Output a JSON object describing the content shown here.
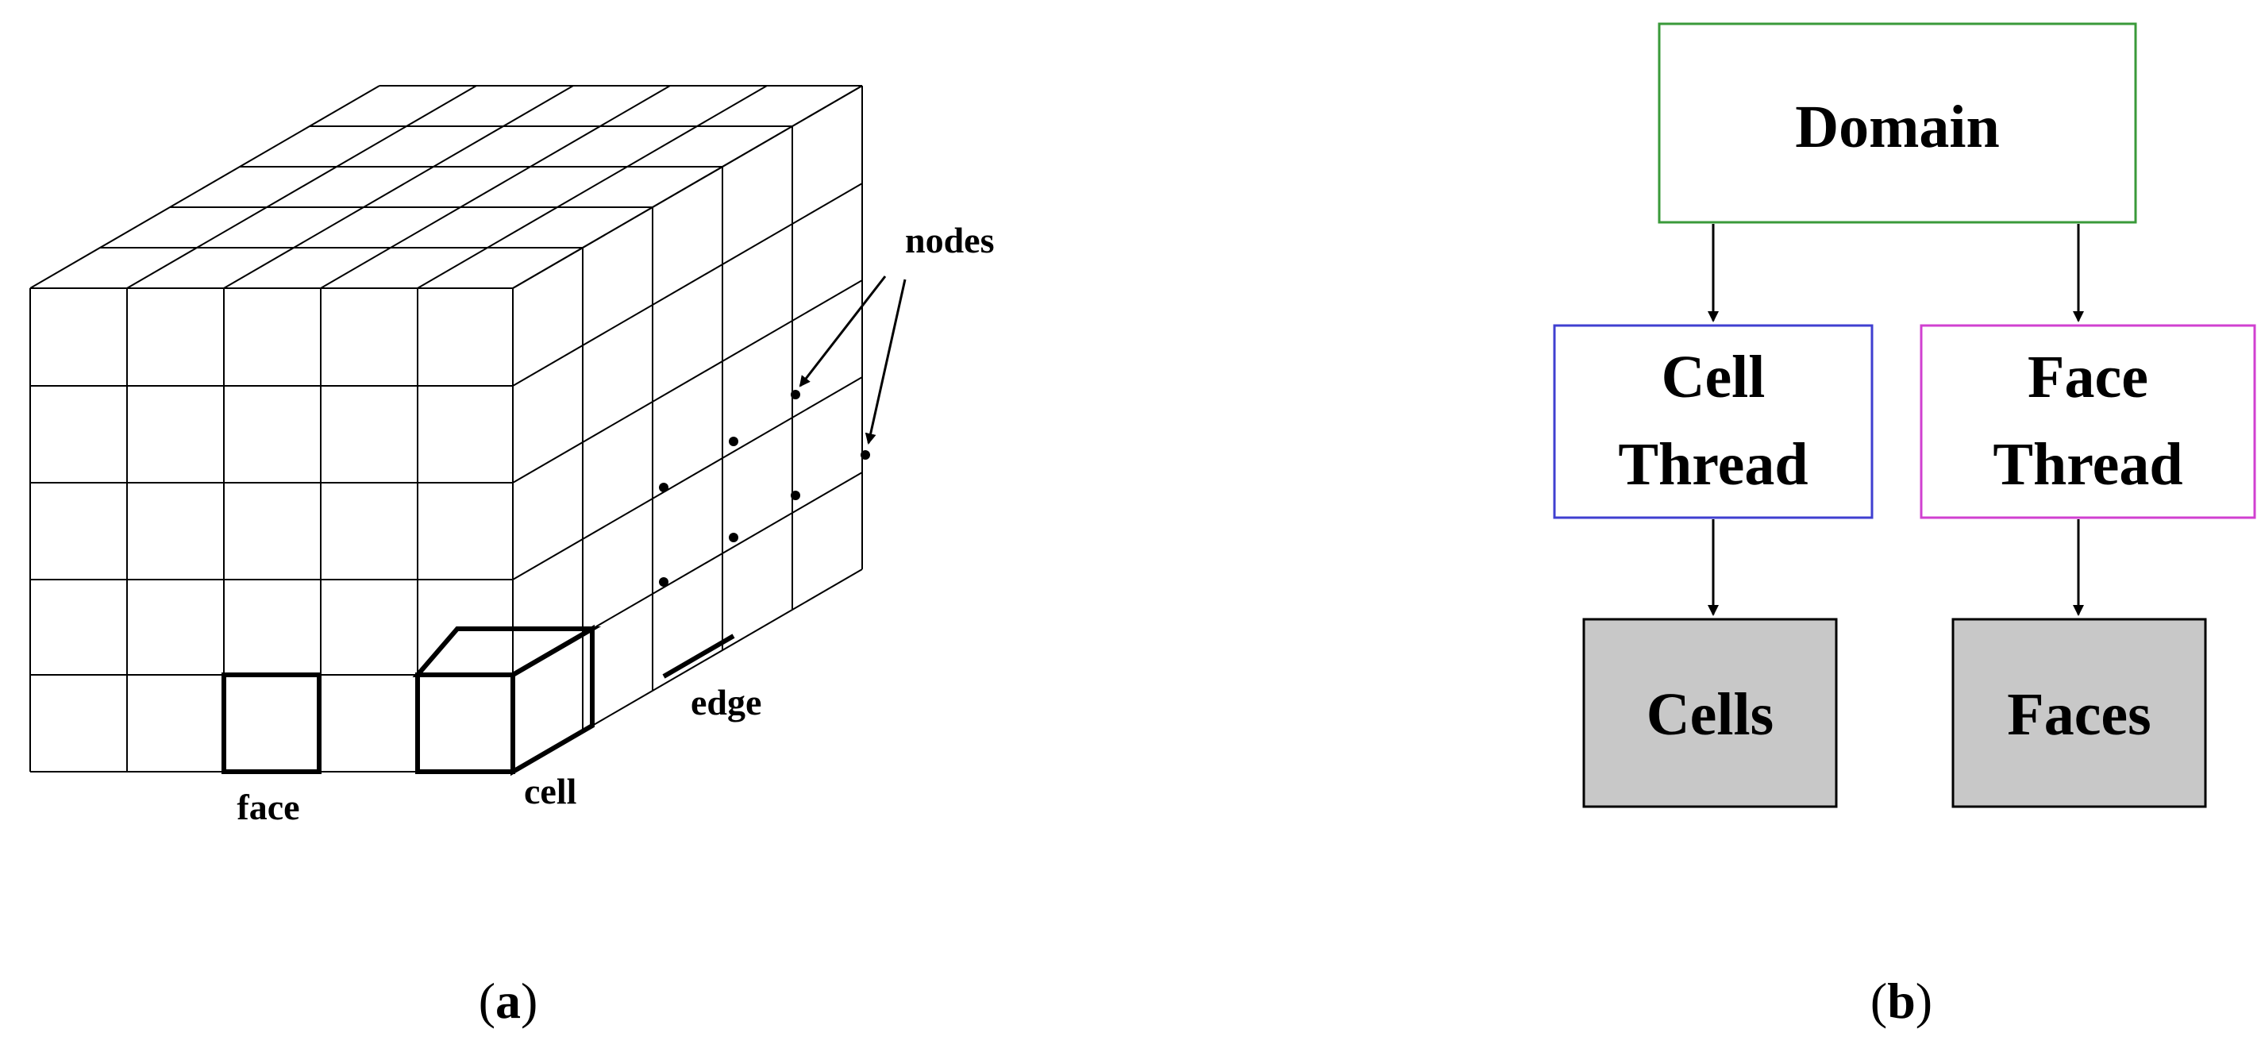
{
  "panel_a": {
    "caption_open": "(",
    "caption_letter": "a",
    "caption_close": ")",
    "labels": {
      "nodes": "nodes",
      "edge": "edge",
      "face": "face",
      "cell": "cell"
    }
  },
  "panel_b": {
    "caption_open": "(",
    "caption_letter": "b",
    "caption_close": ")",
    "boxes": {
      "domain": {
        "label": "Domain",
        "border_color": "#3a9a3a"
      },
      "cell_thread": {
        "line1": "Cell",
        "line2": "Thread",
        "border_color": "#3f3fd0"
      },
      "face_thread": {
        "line1": "Face",
        "line2": "Thread",
        "border_color": "#d040d0"
      },
      "cells": {
        "label": "Cells",
        "fill_color": "#c8c8c8"
      },
      "faces": {
        "label": "Faces",
        "fill_color": "#c8c8c8"
      }
    }
  }
}
